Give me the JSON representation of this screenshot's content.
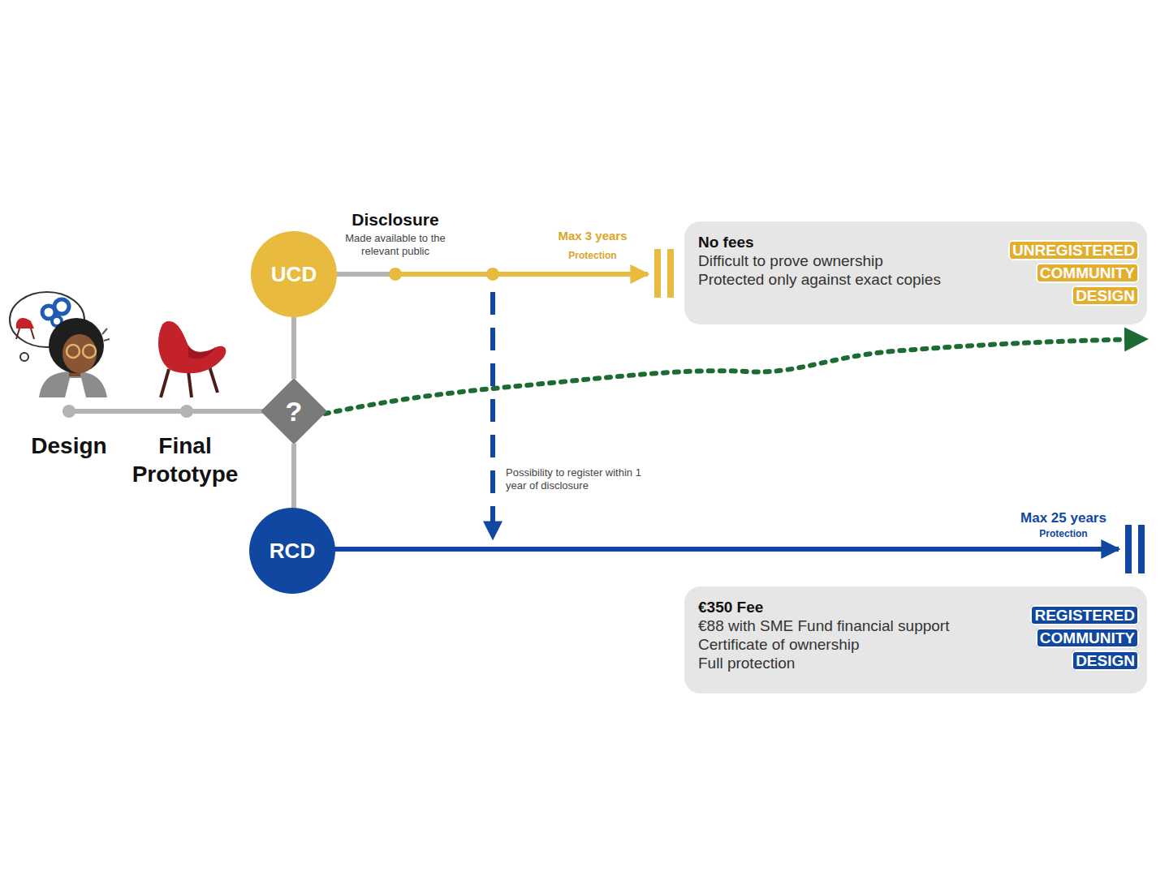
{
  "diagram": {
    "nodes": [
      {
        "text": [
          "UCD"
        ]
      },
      {
        "text": [
          "No fees",
          "Difficult to prove ownership",
          "Protected only against exact copies",
          "UNREGISTERED COMMUNITY DESIGN"
        ]
      },
      {
        "text": [
          "?"
        ]
      },
      {
        "text": [
          "RCD"
        ]
      },
      {
        "text": [
          "€350 Fee",
          "€88 with SME Fund financial support",
          "Certificate of ownership",
          "Full protection",
          "REGISTERED COMMUNITY DESIGN"
        ]
      }
    ],
    "edges": [
      {
        "from": 2,
        "to": 0,
        "arrow": "none"
      },
      {
        "from": 2,
        "to": 3,
        "arrow": "none"
      }
    ],
    "labels": [
      "Design",
      "Final Prototype",
      "Disclosure",
      "Made available to the relevant public",
      "Max 3 years",
      "Protection",
      "Possibility to register within 1 year of disclosure",
      "Max 25 years",
      "Protection"
    ]
  }
}
